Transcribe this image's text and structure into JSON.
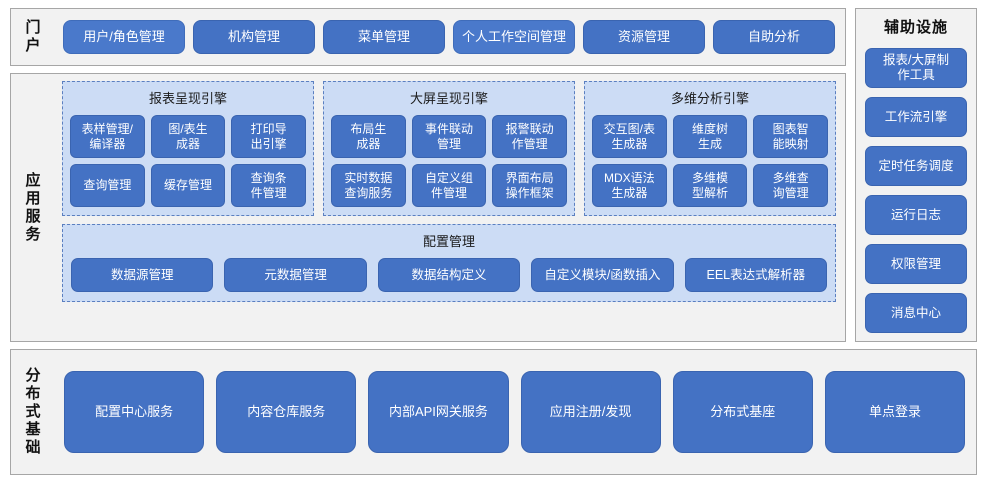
{
  "portal": {
    "label": "门户",
    "buttons": [
      {
        "label": "用户/角色管理"
      },
      {
        "label": "机构管理"
      },
      {
        "label": "菜单管理"
      },
      {
        "label": "个人工作空间管理"
      },
      {
        "label": "资源管理"
      },
      {
        "label": "自助分析"
      }
    ]
  },
  "app_service": {
    "label": "应用服务",
    "engines": [
      {
        "title": "报表呈现引擎",
        "items": [
          {
            "label": "表样管理/\n编译器"
          },
          {
            "label": "图/表生\n成器"
          },
          {
            "label": "打印导\n出引擎"
          },
          {
            "label": "查询管理"
          },
          {
            "label": "缓存管理"
          },
          {
            "label": "查询条\n件管理"
          }
        ]
      },
      {
        "title": "大屏呈现引擎",
        "items": [
          {
            "label": "布局生\n成器"
          },
          {
            "label": "事件联动\n管理"
          },
          {
            "label": "报警联动\n作管理"
          },
          {
            "label": "实时数据\n查询服务"
          },
          {
            "label": "自定义组\n件管理"
          },
          {
            "label": "界面布局\n操作框架"
          }
        ]
      },
      {
        "title": "多维分析引擎",
        "items": [
          {
            "label": "交互图/表\n生成器"
          },
          {
            "label": "维度树\n生成"
          },
          {
            "label": "图表智\n能映射"
          },
          {
            "label": "MDX语法\n生成器"
          },
          {
            "label": "多维模\n型解析"
          },
          {
            "label": "多维查\n询管理"
          }
        ]
      }
    ],
    "config": {
      "title": "配置管理",
      "items": [
        {
          "label": "数据源管理"
        },
        {
          "label": "元数据管理"
        },
        {
          "label": "数据结构定义"
        },
        {
          "label": "自定义模块/函数插入"
        },
        {
          "label": "EEL表达式解析器"
        }
      ]
    }
  },
  "aux": {
    "title": "辅助设施",
    "buttons": [
      {
        "label": "报表/大屏制\n作工具"
      },
      {
        "label": "工作流引擎"
      },
      {
        "label": "定时任务调度"
      },
      {
        "label": "运行日志"
      },
      {
        "label": "权限管理"
      },
      {
        "label": "消息中心"
      }
    ]
  },
  "dist_base": {
    "label": "分布式基础",
    "buttons": [
      {
        "label": "配置中心服务"
      },
      {
        "label": "内容仓库服务"
      },
      {
        "label": "内部API网关服务"
      },
      {
        "label": "应用注册/发现"
      },
      {
        "label": "分布式基座"
      },
      {
        "label": "单点登录"
      }
    ]
  },
  "colors": {
    "button_blue": "#4472c4",
    "panel_light_blue": "#ccdcf5",
    "panel_gray": "#f2f2f2",
    "border_gray": "#a6a6a6",
    "dashed_blue": "#5b7fc0"
  }
}
